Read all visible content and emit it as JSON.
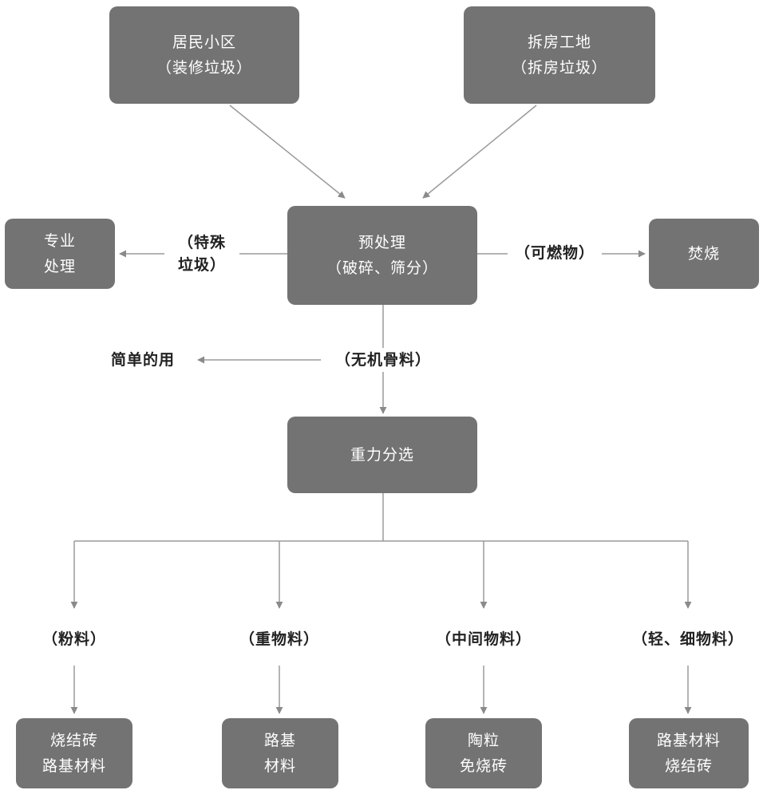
{
  "nodes": {
    "residential": {
      "line1": "居民小区",
      "line2": "（装修垃圾）"
    },
    "demolition": {
      "line1": "拆房工地",
      "line2": "（拆房垃圾）"
    },
    "pretreatment": {
      "line1": "预处理",
      "line2": "（破碎、筛分）"
    },
    "professional": {
      "line1": "专业",
      "line2": "处理"
    },
    "incineration": {
      "line1": "焚烧"
    },
    "gravity_sorting": {
      "line1": "重力分选"
    },
    "sintered_brick_1": {
      "line1": "烧结砖",
      "line2": "路基材料"
    },
    "roadbed_material": {
      "line1": "路基",
      "line2": "材料"
    },
    "ceramsite": {
      "line1": "陶粒",
      "line2": "免烧砖"
    },
    "roadbed_sintered": {
      "line1": "路基材料",
      "line2": "烧结砖"
    }
  },
  "labels": {
    "special_waste": {
      "line1": "（特殊",
      "line2": "垃圾）"
    },
    "combustible": "（可燃物）",
    "inorganic_aggregate": "（无机骨料）",
    "simple_use": "简单的用",
    "powder": "（粉料）",
    "heavy": "（重物料）",
    "medium": "（中间物料）",
    "light_fine": "（轻、细物料）"
  }
}
